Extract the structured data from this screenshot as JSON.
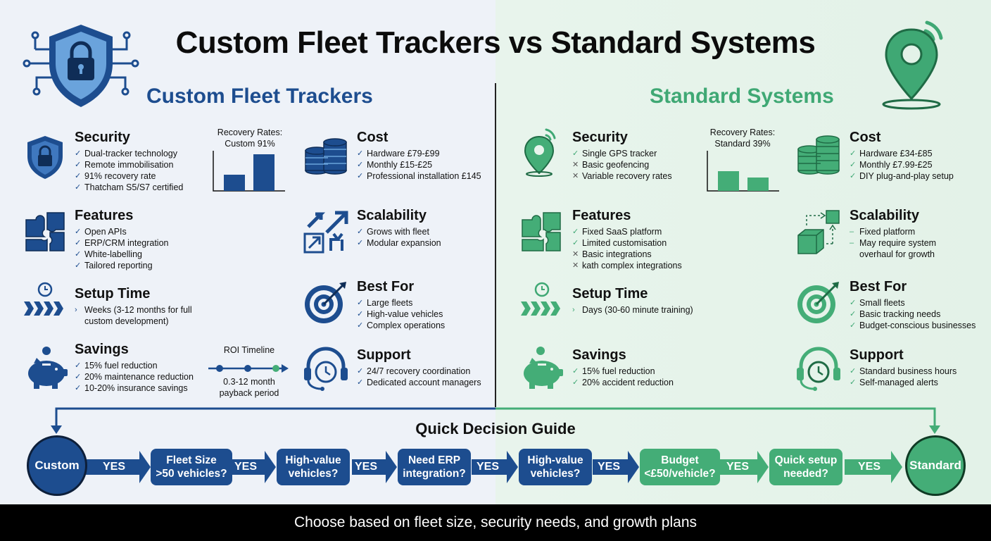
{
  "title": "Custom Fleet Trackers vs Standard Systems",
  "colors": {
    "custom_blue": "#1d4d8f",
    "standard_green": "#44ad77"
  },
  "custom": {
    "heading": "Custom Fleet Trackers",
    "security": {
      "title": "Security",
      "items": [
        "Dual-tracker technology",
        "Remote immobilisation",
        "91% recovery rate",
        "Thatcham S5/S7 certified"
      ]
    },
    "recovery_chart": {
      "title_line1": "Recovery Rates:",
      "title_line2": "Custom 91%"
    },
    "cost": {
      "title": "Cost",
      "items": [
        "Hardware £79-£99",
        "Monthly £15-£25",
        "Professional installation £145"
      ]
    },
    "features": {
      "title": "Features",
      "items": [
        "Open APIs",
        "ERP/CRM integration",
        "White-labelling",
        "Tailored reporting"
      ]
    },
    "scalability": {
      "title": "Scalability",
      "items": [
        "Grows with fleet",
        "Modular expansion"
      ]
    },
    "setup": {
      "title": "Setup Time",
      "line1": "Weeks (3-12 months for full",
      "line2": "custom development)"
    },
    "best_for": {
      "title": "Best For",
      "items": [
        "Large fleets",
        "High-value vehicles",
        "Complex operations"
      ]
    },
    "savings": {
      "title": "Savings",
      "items": [
        "15% fuel reduction",
        "20% maintenance reduction",
        "10-20% insurance savings"
      ]
    },
    "roi": {
      "title": "ROI Timeline",
      "line1": "0.3-12 month",
      "line2": "payback period"
    },
    "support": {
      "title": "Support",
      "items": [
        "24/7 recovery coordination",
        "Dedicated account managers"
      ]
    }
  },
  "standard": {
    "heading": "Standard Systems",
    "security": {
      "title": "Security",
      "items": [
        "Single GPS tracker",
        "Basic geofencing",
        "Variable recovery rates"
      ]
    },
    "recovery_chart": {
      "title_line1": "Recovery Rates:",
      "title_line2": "Standard 39%"
    },
    "cost": {
      "title": "Cost",
      "items": [
        "Hardware £34-£85",
        "Monthly £7.99-£25",
        "DIY plug-and-play setup"
      ]
    },
    "features": {
      "title": "Features",
      "items": [
        "Fixed SaaS platform",
        "Limited customisation",
        "Basic integrations",
        "kath complex integrations"
      ]
    },
    "scalability": {
      "title": "Scalability",
      "items": [
        "Fixed platform",
        "May require system",
        "overhaul for growth"
      ]
    },
    "setup": {
      "title": "Setup Time",
      "line1": "Days (30-60 minute training)"
    },
    "best_for": {
      "title": "Best For",
      "items": [
        "Small fleets",
        "Basic tracking needs",
        "Budget-conscious businesses"
      ]
    },
    "savings": {
      "title": "Savings",
      "items": [
        "15% fuel reduction",
        "20% accident reduction"
      ]
    },
    "support": {
      "title": "Support",
      "items": [
        "Standard business hours",
        "Self-managed alerts"
      ]
    }
  },
  "guide": {
    "title": "Quick Decision Guide",
    "start": "Custom",
    "end": "Standard",
    "yes": "YES",
    "nodes": [
      {
        "line1": "Fleet Size",
        "line2": ">50 vehicles?"
      },
      {
        "line1": "High-value",
        "line2": "vehicles?"
      },
      {
        "line1": "Need ERP",
        "line2": "integration?"
      },
      {
        "line1": "High-value",
        "line2": "vehicles?"
      },
      {
        "line1": "Budget",
        "line2": "<£50/vehicle?"
      },
      {
        "line1": "Quick setup",
        "line2": "needed?"
      }
    ]
  },
  "footer": "Choose based on fleet size, security needs, and growth plans"
}
